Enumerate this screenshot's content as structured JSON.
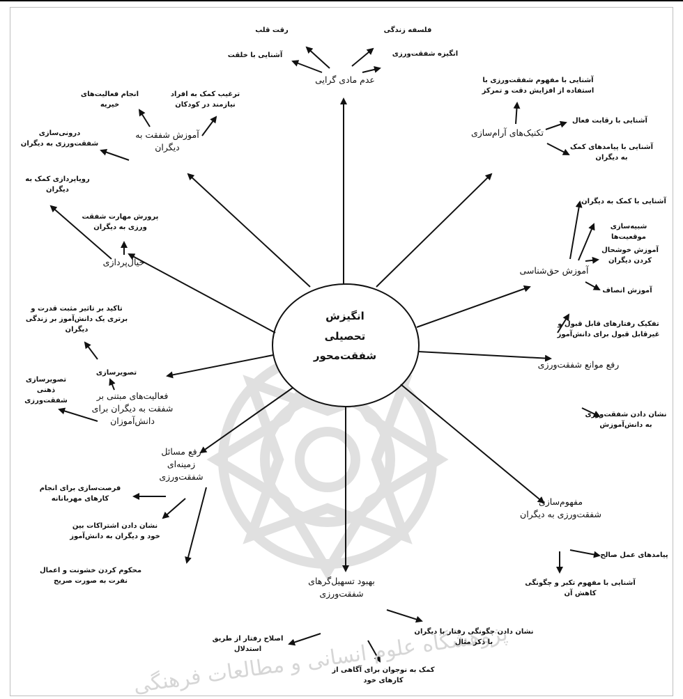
{
  "center": {
    "lines": [
      "انگیزش",
      "تحصیلی",
      "شفقت‌محور"
    ]
  },
  "watermark_text": "پژوهشگاه علوم انسانی و مطالعات فرهنگی",
  "nodes": {
    "materialism": "عدم مادی گرایی",
    "heart_tenderness": "رقت قلب",
    "life_philosophy": "فلسفه زندگی",
    "compassion_motivation": "انگیزه شفقت‌ورزی",
    "fun_familiarity": "آشنایی با خلقت",
    "teach_compassion": "آموزش شفقت به دیگران",
    "encourage_help": "ترغیب کمک به افراد نیازمند در کودکان",
    "charity_activity": "انجام فعالیت‌های خیریه",
    "internalize_compassion": "درونی‌سازی شفقت‌ورزی به دیگران",
    "imagination": "خیال‌پردازی",
    "daydream_help": "رویاپردازی کمک به دیگران",
    "nurture_skill": "پرورش مهارت شفقت ورزی به دیگران",
    "relaxation": "تکنیک‌های آرام‌سازی",
    "concept_focus": "آشنایی با مفهوم شفقت‌ورزی با استفاده از افزایش دقت و تمرکز",
    "active_reading": "آشنایی با رقابت فعال",
    "help_consequences": "آشنایی با پیامدهای کمک به دیگران",
    "rights_education": "آموزش حق‌شناسی",
    "help_familiarity": "آشنایی با کمک به دیگران",
    "simulate_situations": "شبیه‌سازی موقعیت‌ها",
    "make_happy": "آموزش خوشحال کردن دیگران",
    "teach_fairness": "آموزش انصاف",
    "remove_barriers": "رفع موانع شفقت‌ورزی",
    "behavior_tech": "تفکیک رفتارهای قابل قبول و غیرقابل قبول برای دانش‌آموز",
    "show_compassion": "نشان دادن شفقت‌ورزی به دانش‌آموزش",
    "conceptualize": "مفهوم‌سازی شفقت‌ورزی به دیگران",
    "good_deed": "پیامدهای عمل صالح",
    "pride_concept": "آشنایی با مفهوم تکبر و چگونگی کاهش آن",
    "facilitators": "بهبود تسهیل‌گرهای شفقت‌ورزی",
    "correct_behavior": "اصلاح رفتار از طریق استدلال",
    "show_behavior": "نشان دادن چگونگی رفتار با دیگران با ذکر مثال",
    "help_teen": "کمک به نوجوان برای آگاهی از کارهای خود",
    "contextual": "رفع مسائل زمینه‌ای شفقت‌ورزی",
    "kindness_opportunity": "فرصت‌سازی برای انجام کارهای مهربانانه",
    "commonalities": "نشان دادن اشتراکات بین خود و دیگران به دانش‌آموز",
    "condemn_violence": "محکوم کردن خشونت و اعمال نفرت به صورت صریح",
    "activities": "فعالیت‌های مبتنی بر شفقت به دیگران برای دانش‌آموزان",
    "imagery": "تصویرسازی",
    "positive_effect": "تاکید بر تاثیر مثبت قدرت و برتری یک دانش‌آموز بر زندگی دیگران",
    "mental_imagery": "تصویرسازی ذهنی شفقت‌ورزی"
  }
}
